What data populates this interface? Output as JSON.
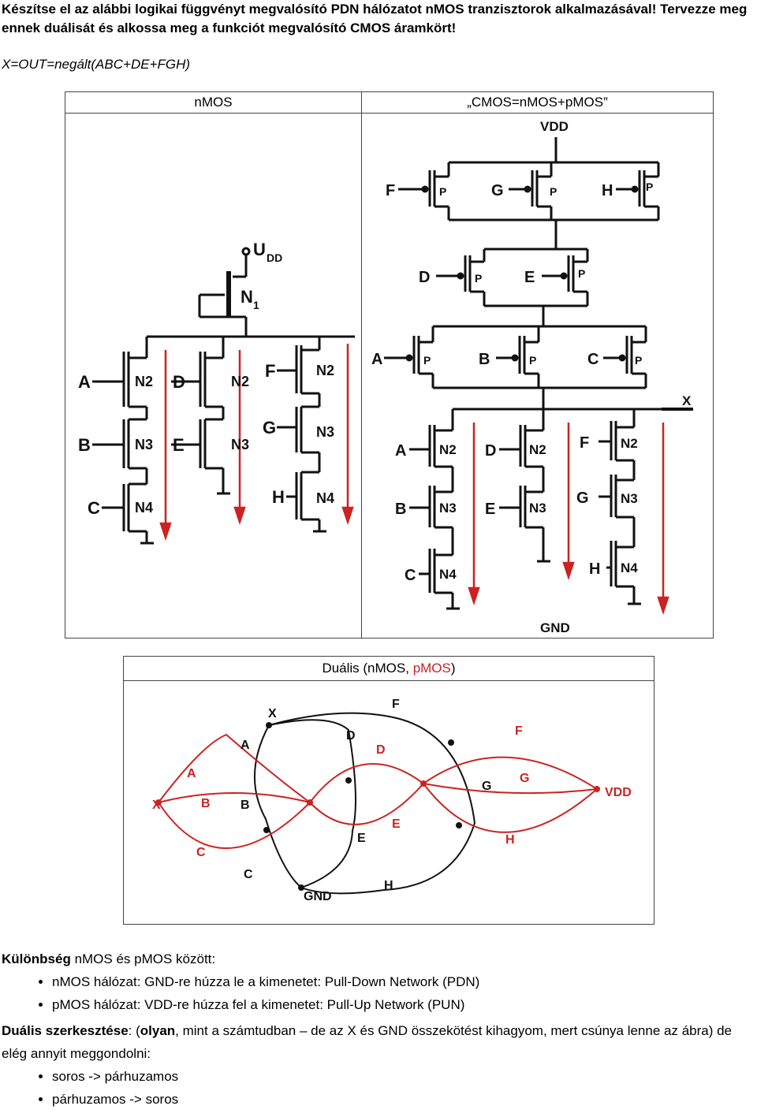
{
  "task": {
    "line1": "Készítse el az alábbi logikai függvényt megvalósító PDN hálózatot nMOS tranzisztorok alkalmazásával! Tervezze meg",
    "line2": "ennek duálisát és alkossa meg a funkciót megvalósító CMOS áramkört!",
    "formula": "X=OUT=negált(ABC+DE+FGH)"
  },
  "table": {
    "col1_header": "nMOS",
    "col2_header": "„CMOS=nMOS+pMOS”"
  },
  "nmos_circuit": {
    "supply": "U",
    "supply_sub": "DD",
    "load": "N",
    "load_sub": "1",
    "gates": [
      "A",
      "B",
      "C",
      "D",
      "E",
      "F",
      "G",
      "H"
    ],
    "labels": [
      "N2",
      "N3",
      "N4"
    ]
  },
  "cmos_circuit": {
    "vdd": "VDD",
    "gnd": "GND",
    "out": "X",
    "p_label": "P",
    "pmos_gates": [
      "F",
      "G",
      "H",
      "D",
      "E",
      "A",
      "B",
      "C"
    ],
    "nmos_gates": [
      "A",
      "B",
      "C",
      "D",
      "E",
      "F",
      "G",
      "H"
    ]
  },
  "dual": {
    "title_prefix": "Duális (nMOS, ",
    "title_red": "pMOS",
    "title_suffix": ")",
    "black_labels": [
      "X",
      "A",
      "B",
      "C",
      "D",
      "E",
      "F",
      "G",
      "H",
      "GND"
    ],
    "red_labels": [
      "X",
      "A",
      "B",
      "C",
      "D",
      "E",
      "F",
      "G",
      "H",
      "VDD"
    ]
  },
  "notes": {
    "diff_bold": "Különbség",
    "diff_rest": " nMOS és pMOS között:",
    "bullets1": [
      "nMOS hálózat: GND-re húzza le a kimenetet: Pull-Down Network (PDN)",
      "pMOS hálózat: VDD-re húzza fel a kimenetet: Pull-Up Network (PUN)"
    ],
    "dual_bold": "Duális szerkesztése",
    "dual_colon": ": (",
    "dual_olyan": "olyan",
    "dual_rest": ", mint a számtudban – de az X és GND összekötést kihagyom, mert csúnya lenne az ábra) de elég annyit meggondolni:",
    "bullets2": [
      "soros -> párhuzamos",
      "párhuzamos -> soros"
    ]
  }
}
